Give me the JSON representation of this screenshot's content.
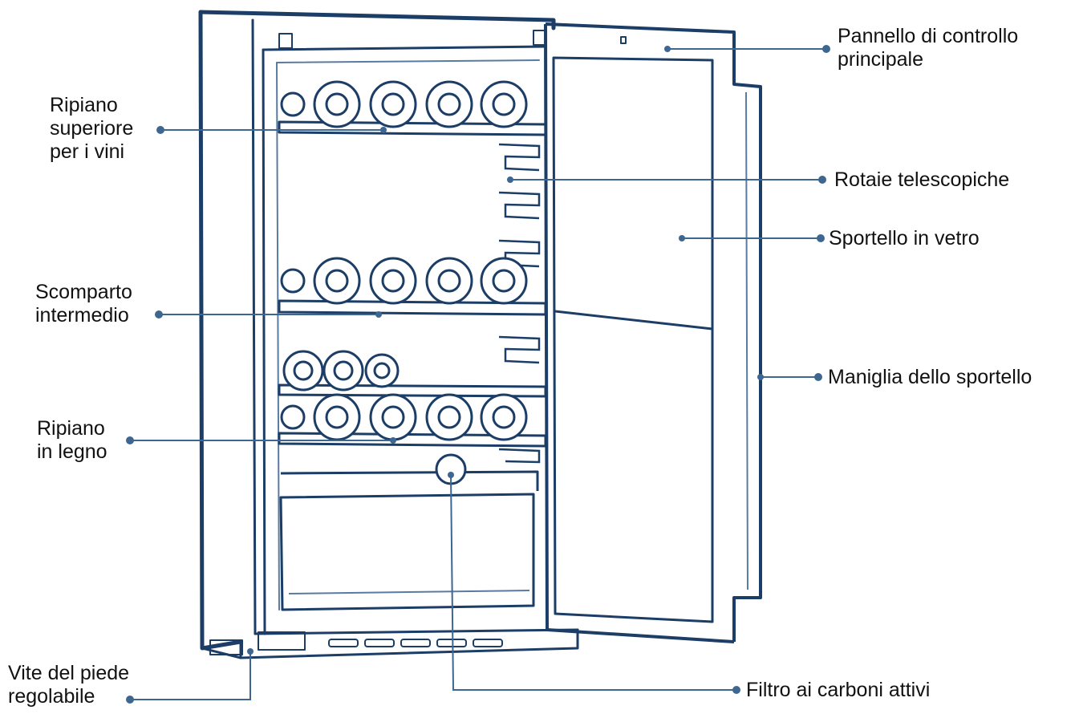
{
  "colors": {
    "outline": "#1c3d66",
    "outline_light": "#5a7aa0",
    "leader": "#3d6690",
    "dot": "#3d6690",
    "text": "#111111"
  },
  "labels": {
    "top_shelf": {
      "line1": "Ripiano",
      "line2": "superiore",
      "line3": "per i vini"
    },
    "middle_compartment": {
      "line1": "Scomparto",
      "line2": "intermedio"
    },
    "wood_shelf": {
      "line1": "Ripiano",
      "line2": "in legno"
    },
    "adjustable_foot": {
      "line1": "Vite del piede",
      "line2": "regolabile"
    },
    "control_panel": {
      "line1": "Pannello di controllo",
      "line2": "principale"
    },
    "telescopic_rails": {
      "line1": "Rotaie telescopiche"
    },
    "glass_door": {
      "line1": "Sportello in vetro"
    },
    "door_handle": {
      "line1": "Maniglia dello sportello"
    },
    "carbon_filter": {
      "line1": "Filtro ai carboni attivi"
    }
  }
}
